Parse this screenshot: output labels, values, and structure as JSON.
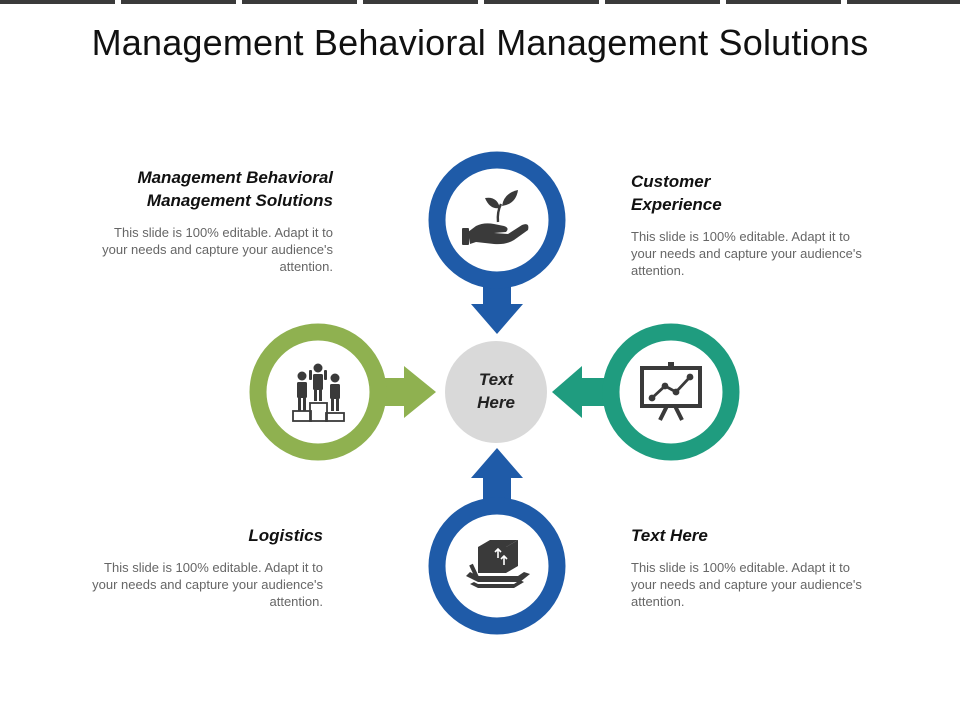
{
  "title": "Management Behavioral Management Solutions",
  "colors": {
    "blue": "#1f5ba8",
    "green": "#8fb150",
    "teal": "#1f9c7f",
    "center": "#d9d9d9",
    "icon": "#3a3a3a"
  },
  "center": {
    "line1": "Text",
    "line2": "Here"
  },
  "blocks": {
    "top_left": {
      "heading_line1": "Management Behavioral",
      "heading_line2": "Management Solutions",
      "body_line1": "This slide is 100% editable. Adapt it to",
      "body_line2": "your needs and capture your audience's",
      "body_line3": "attention."
    },
    "top_right": {
      "heading_line1": "Customer",
      "heading_line2": "Experience",
      "body_line1": "This slide is 100% editable. Adapt it to",
      "body_line2": "your needs and capture your audience's",
      "body_line3": "attention."
    },
    "bottom_left": {
      "heading_line1": "Logistics",
      "body_line1": "This slide is 100% editable. Adapt it to",
      "body_line2": "your needs and capture your audience's",
      "body_line3": "attention."
    },
    "bottom_right": {
      "heading_line1": "Text Here",
      "body_line1": "This slide is 100% editable. Adapt it to",
      "body_line2": "your needs and capture your audience's",
      "body_line3": "attention."
    }
  },
  "icons": {
    "top": "plant-in-hand-icon",
    "left": "podium-winners-icon",
    "right": "presentation-chart-icon",
    "bottom": "package-pallet-icon"
  }
}
